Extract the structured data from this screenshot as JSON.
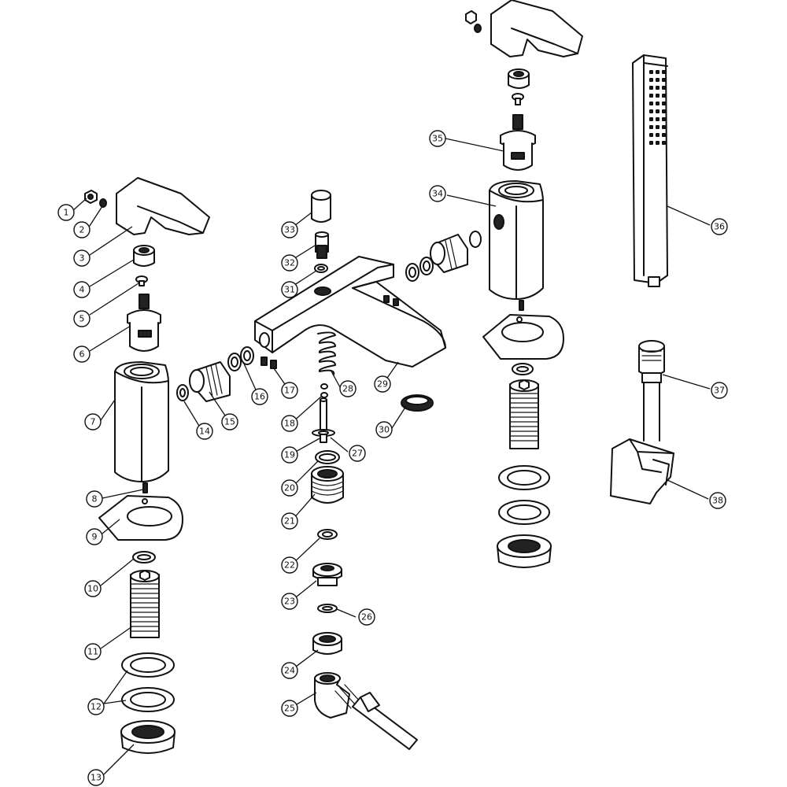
{
  "callouts": [
    {
      "id": "c1",
      "label": "1"
    },
    {
      "id": "c2",
      "label": "2"
    },
    {
      "id": "c3",
      "label": "3"
    },
    {
      "id": "c4",
      "label": "4"
    },
    {
      "id": "c5",
      "label": "5"
    },
    {
      "id": "c6",
      "label": "6"
    },
    {
      "id": "c7",
      "label": "7"
    },
    {
      "id": "c8",
      "label": "8"
    },
    {
      "id": "c9",
      "label": "9"
    },
    {
      "id": "c10",
      "label": "10"
    },
    {
      "id": "c11",
      "label": "11"
    },
    {
      "id": "c12",
      "label": "12"
    },
    {
      "id": "c13",
      "label": "13"
    },
    {
      "id": "c14",
      "label": "14"
    },
    {
      "id": "c15",
      "label": "15"
    },
    {
      "id": "c16",
      "label": "16"
    },
    {
      "id": "c17",
      "label": "17"
    },
    {
      "id": "c18",
      "label": "18"
    },
    {
      "id": "c19",
      "label": "19"
    },
    {
      "id": "c20",
      "label": "20"
    },
    {
      "id": "c21",
      "label": "21"
    },
    {
      "id": "c22",
      "label": "22"
    },
    {
      "id": "c23",
      "label": "23"
    },
    {
      "id": "c24",
      "label": "24"
    },
    {
      "id": "c25",
      "label": "25"
    },
    {
      "id": "c26",
      "label": "26"
    },
    {
      "id": "c27",
      "label": "27"
    },
    {
      "id": "c28",
      "label": "28"
    },
    {
      "id": "c29",
      "label": "29"
    },
    {
      "id": "c30",
      "label": "30"
    },
    {
      "id": "c31",
      "label": "31"
    },
    {
      "id": "c32",
      "label": "32"
    },
    {
      "id": "c33",
      "label": "33"
    },
    {
      "id": "c34",
      "label": "34"
    },
    {
      "id": "c35",
      "label": "35"
    },
    {
      "id": "c36",
      "label": "36"
    },
    {
      "id": "c37",
      "label": "37"
    },
    {
      "id": "c38",
      "label": "38"
    }
  ]
}
